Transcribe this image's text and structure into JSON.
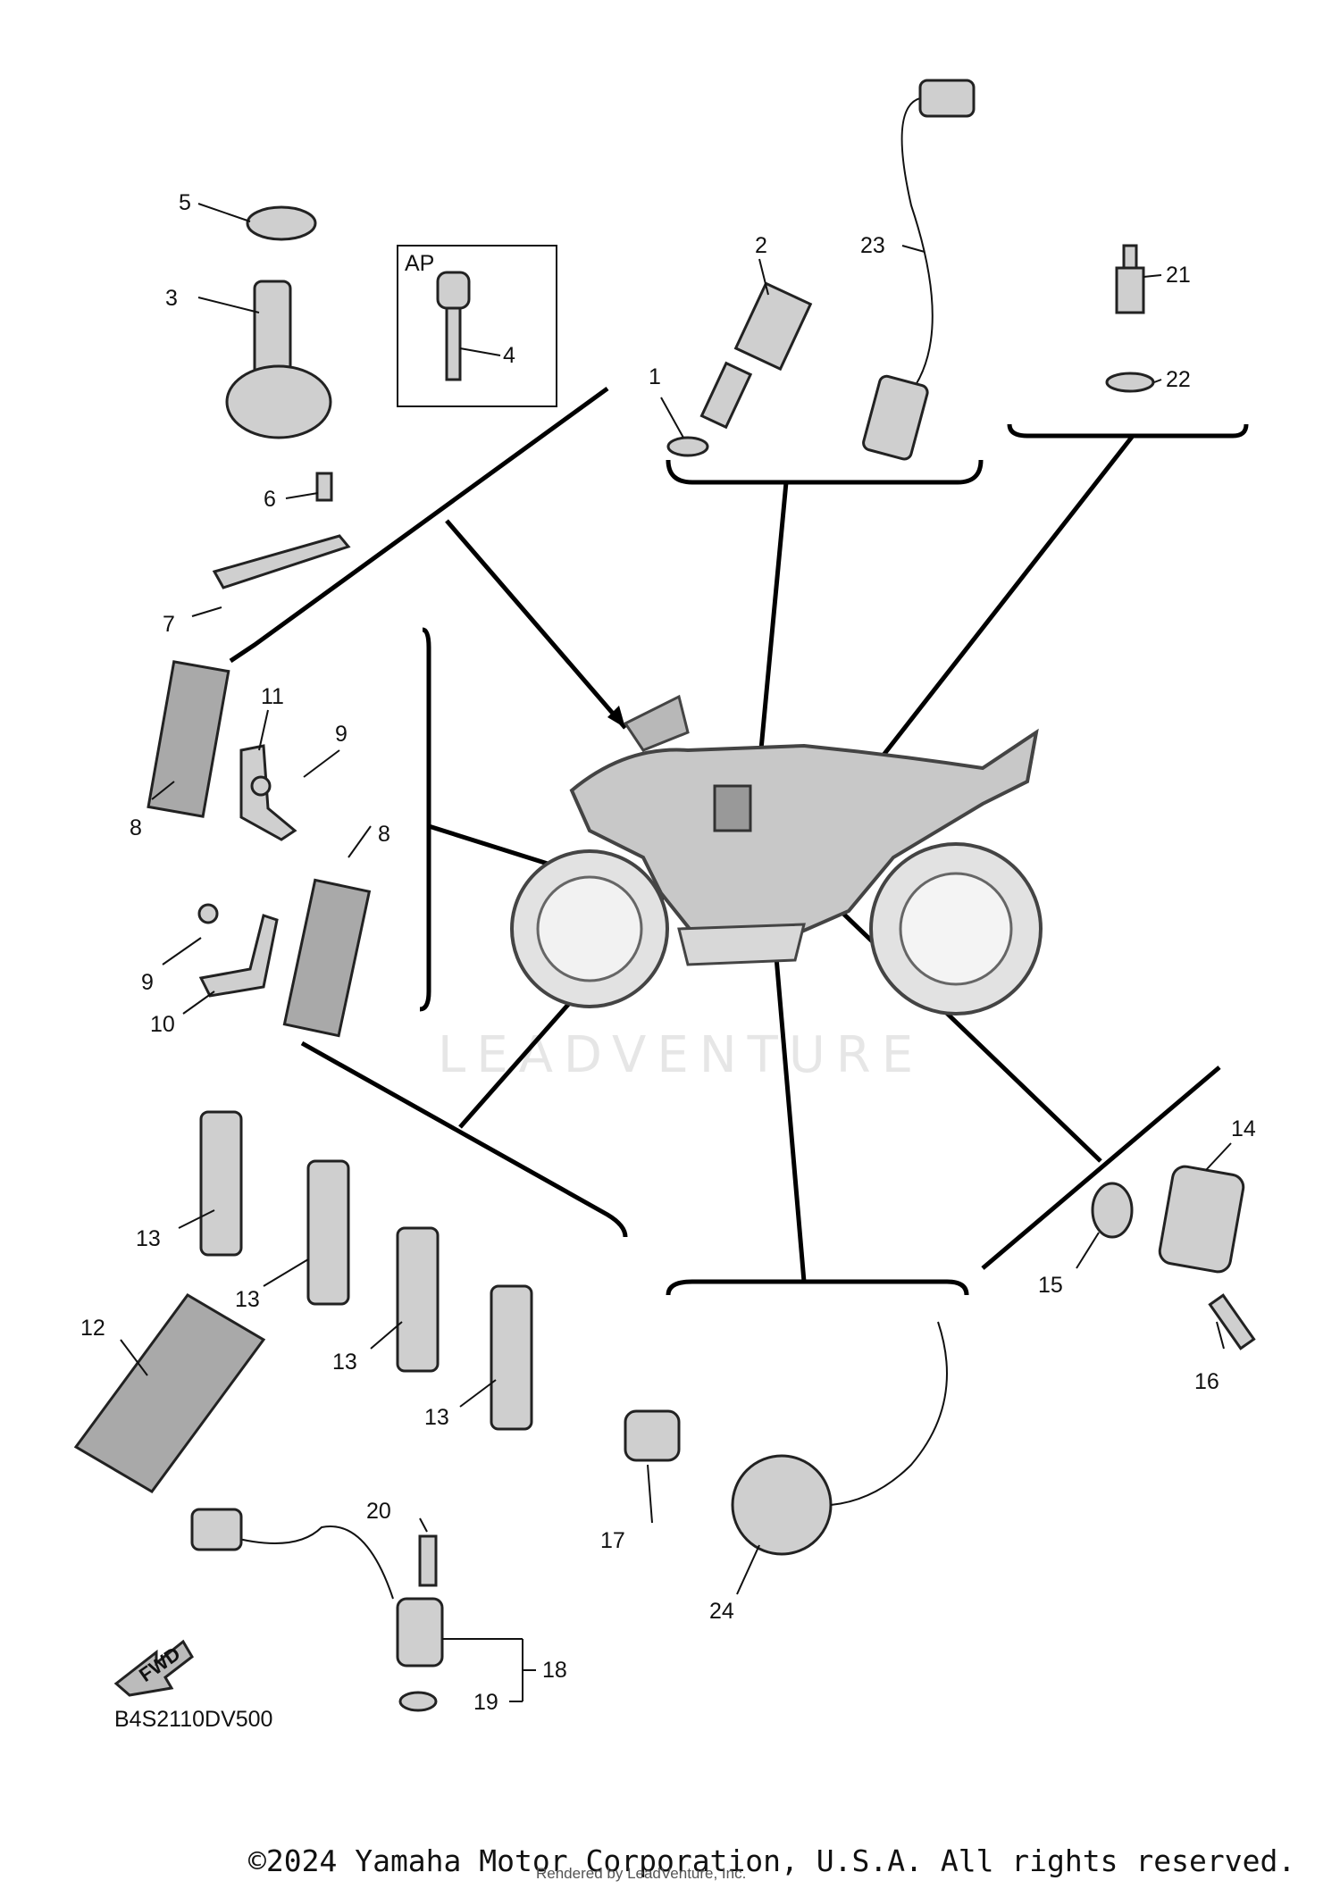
{
  "diagram": {
    "callouts": [
      "1",
      "2",
      "3",
      "4",
      "5",
      "6",
      "7",
      "8",
      "8",
      "9",
      "9",
      "10",
      "11",
      "12",
      "13",
      "13",
      "13",
      "13",
      "14",
      "15",
      "16",
      "17",
      "18",
      "19",
      "20",
      "21",
      "22",
      "23",
      "24"
    ],
    "ap_box_label": "AP",
    "fwd_label": "FWD",
    "code": "B4S2110DV500",
    "watermark": "LEADVENTURE",
    "copyright": "©2024 Yamaha Motor Corporation, U.S.A. All rights reserved.",
    "rendered_by": "Rendered by LeadVenture, Inc."
  }
}
